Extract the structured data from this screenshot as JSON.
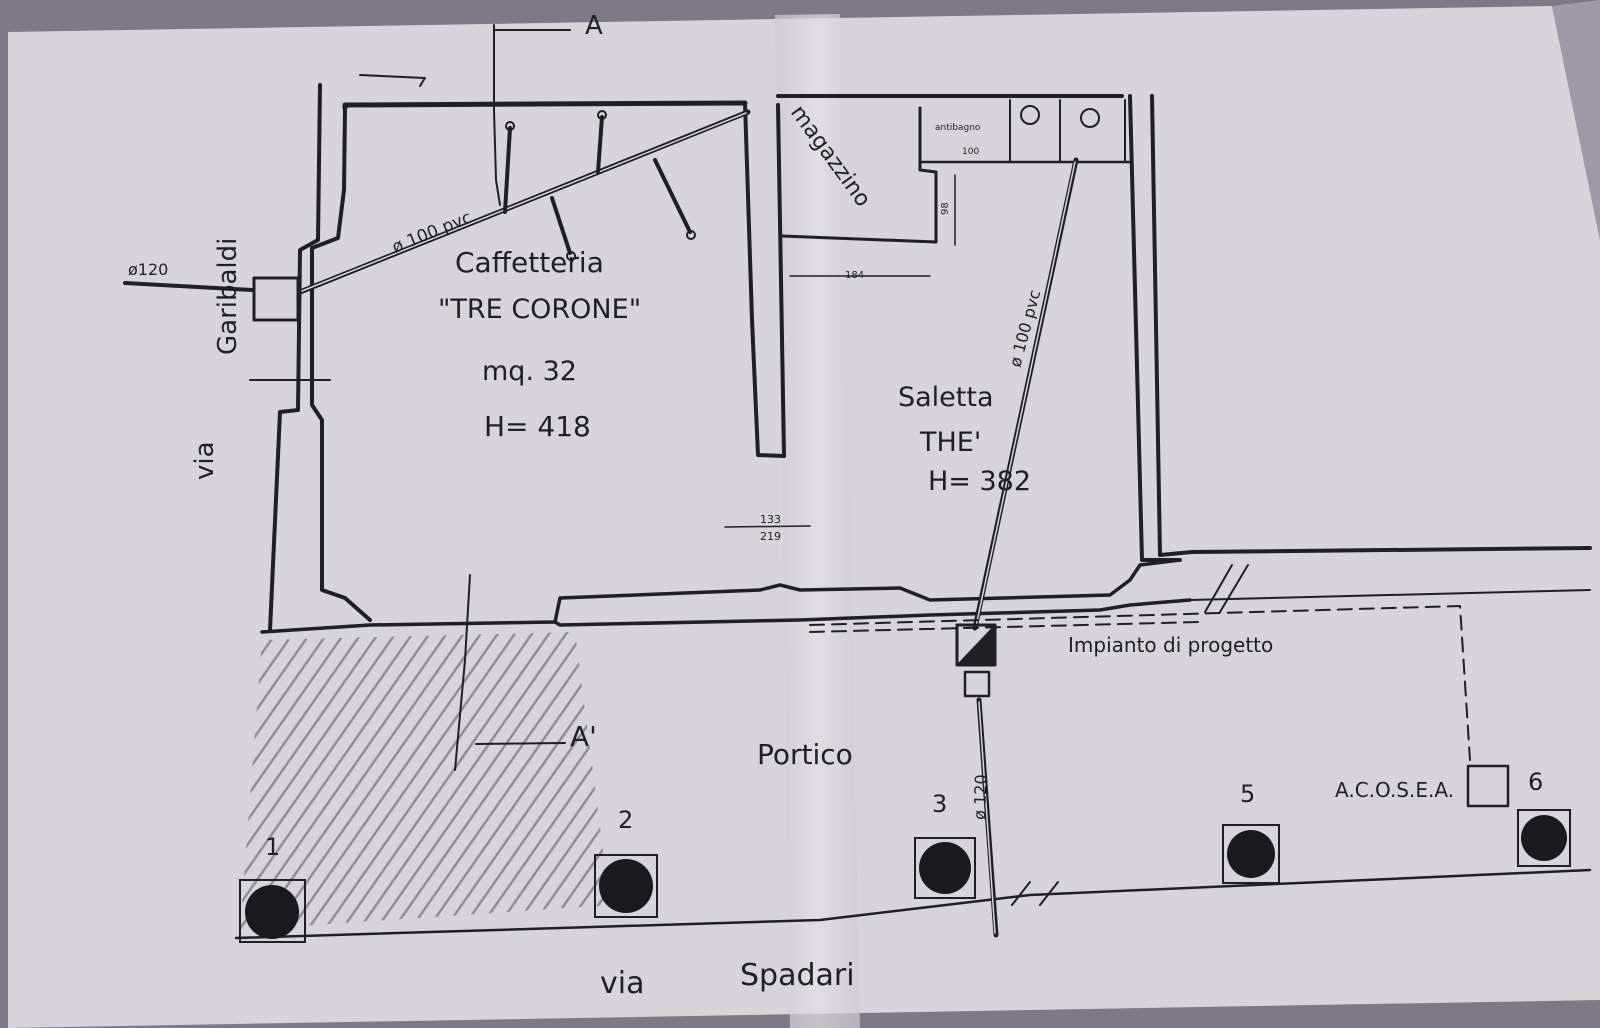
{
  "labels": {
    "section_a": "A",
    "section_a_prime": "A'",
    "pipe_120_left": "ø120",
    "pipe_100_caffe": "ø 100 pvc",
    "pipe_100_saletta": "ø 100 pvc",
    "pipe_120_bottom": "ø 120",
    "room_caffe_name": "Caffetteria",
    "room_caffe_brand": "\"TRE CORONE\"",
    "room_caffe_area": "mq. 32",
    "room_caffe_height": "H= 418",
    "room_magazzino": "magazzino",
    "room_antibagno": "antibagno",
    "room_saletta": "Saletta",
    "room_saletta_2": "THE'",
    "room_saletta_height": "H= 382",
    "dim_133": "133",
    "dim_219": "219",
    "dim_184": "184",
    "dim_98": "98",
    "dim_100": "100",
    "street_via_left": "via",
    "street_garibaldi": "Garibaldi",
    "street_via_bottom": "via",
    "street_spadari": "Spadari",
    "portico": "Portico",
    "impianto": "Impianto di progetto",
    "acosea": "A.C.O.S.E.A.",
    "col_1": "1",
    "col_2": "2",
    "col_3": "3",
    "col_5": "5",
    "col_6": "6"
  },
  "colors": {
    "paper": "#d9d5dd",
    "paper_shadow": "#bdb8c3",
    "ink": "#1f1f24",
    "background": "#7d7a86"
  }
}
